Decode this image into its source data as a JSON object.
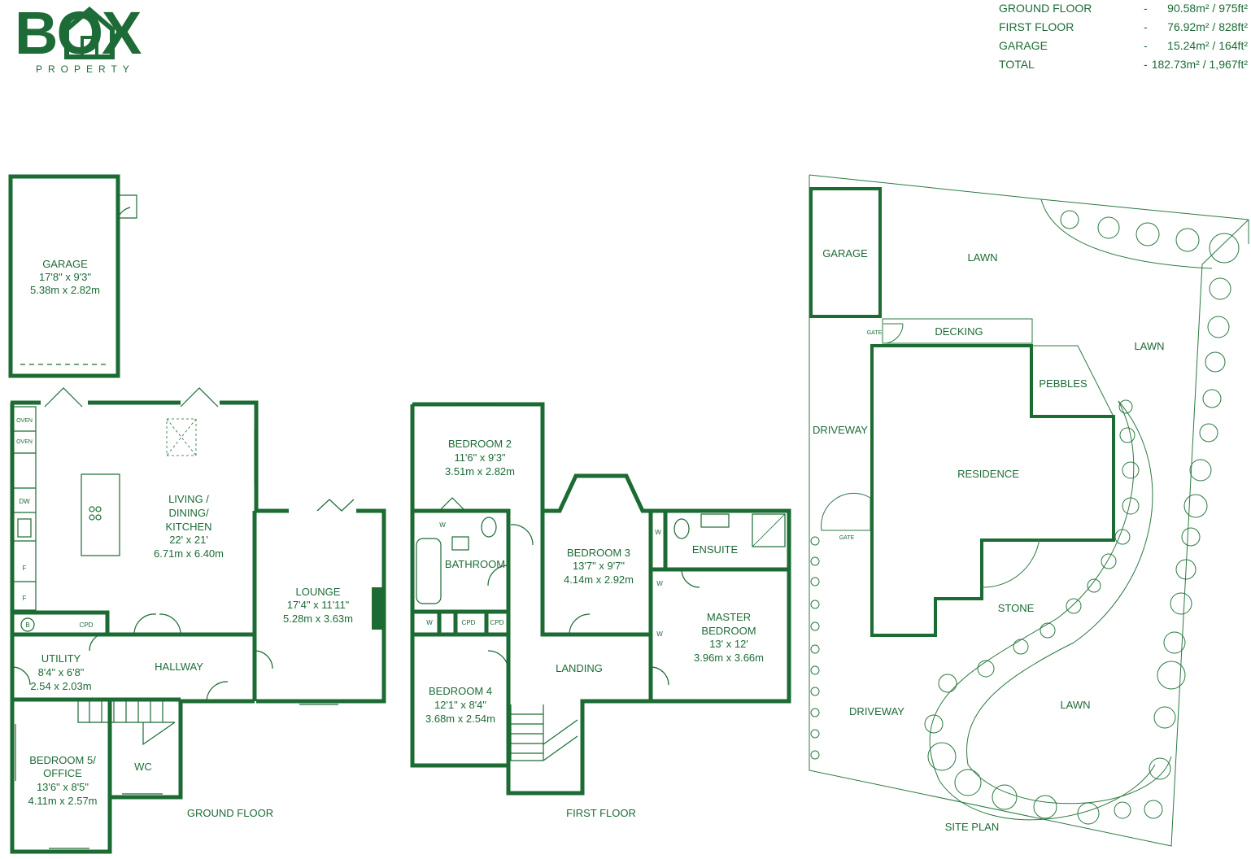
{
  "brand": {
    "logo_text": "BOX",
    "logo_sub": "PROPERTY",
    "colors": {
      "primary": "#1d6b36",
      "background": "#ffffff"
    }
  },
  "areas": [
    {
      "name": "GROUND FLOOR",
      "sep": "-",
      "value": "90.58m² / 975ft²"
    },
    {
      "name": "FIRST FLOOR",
      "sep": "-",
      "value": "76.92m² / 828ft²"
    },
    {
      "name": "GARAGE",
      "sep": "-",
      "value": "15.24m² / 164ft²"
    },
    {
      "name": "TOTAL",
      "sep": "-",
      "value": "182.73m² / 1,967ft²"
    }
  ],
  "ground": {
    "title": "GROUND FLOOR",
    "garage": [
      "GARAGE",
      "17'8\" x 9'3\"",
      "5.38m x 2.82m"
    ],
    "living": [
      "LIVING /",
      "DINING/",
      "KITCHEN",
      "22' x 21'",
      "6.71m x 6.40m"
    ],
    "lounge": [
      "LOUNGE",
      "17'4\" x 11'11\"",
      "5.28m x 3.63m"
    ],
    "utility": [
      "UTILITY",
      "8'4\" x 6'8\"",
      "2.54 x 2.03m"
    ],
    "hallway": "HALLWAY",
    "bedroom5": [
      "BEDROOM 5/",
      "OFFICE",
      "13'6\" x 8'5\"",
      "4.11m x 2.57m"
    ],
    "wc": "WC",
    "oven1": "OVEN",
    "oven2": "OVEN",
    "dw": "DW",
    "f1": "F",
    "f2": "F",
    "b": "B",
    "cpd": "CPD"
  },
  "first": {
    "title": "FIRST FLOOR",
    "bedroom2": [
      "BEDROOM 2",
      "11'6\" x 9'3\"",
      "3.51m x 2.82m"
    ],
    "bedroom3": [
      "BEDROOM 3",
      "13'7\" x 9'7\"",
      "4.14m x 2.92m"
    ],
    "bedroom4": [
      "BEDROOM 4",
      "12'1\" x 8'4\"",
      "3.68m x 2.54m"
    ],
    "master": [
      "MASTER",
      "BEDROOM",
      "13' x 12'",
      "3.96m x 3.66m"
    ],
    "bathroom": "BATHROOM",
    "ensuite": "ENSUITE",
    "landing": "LANDING",
    "w": "W",
    "cpd1": "CPD",
    "cpd2": "CPD"
  },
  "site": {
    "title": "SITE PLAN",
    "garage": "GARAGE",
    "lawn": "LAWN",
    "decking": "DECKING",
    "pebbles": "PEBBLES",
    "residence": "RESIDENCE",
    "stone": "STONE",
    "driveway": "DRIVEWAY",
    "gate": "GATE"
  }
}
